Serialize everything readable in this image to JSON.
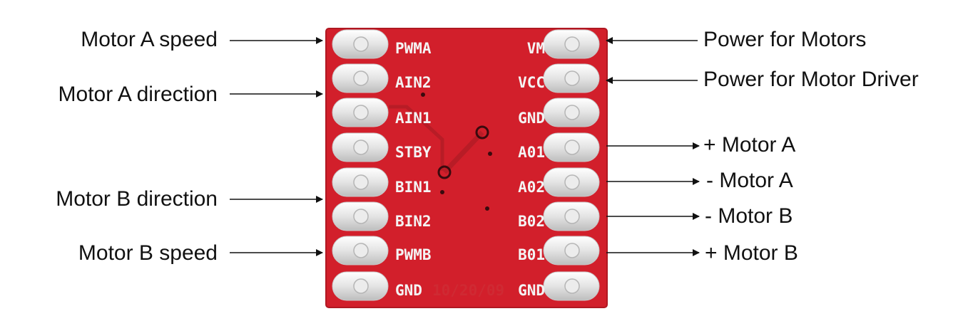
{
  "board": {
    "date_code": "10/20/09",
    "pcb_color": "#d21f2b",
    "silk_color": "#f4f4f4"
  },
  "pins": {
    "left": [
      "PWMA",
      "AIN2",
      "AIN1",
      "STBY",
      "BIN1",
      "BIN2",
      "PWMB",
      "GND"
    ],
    "right": [
      "VM",
      "VCC",
      "GND",
      "A01",
      "A02",
      "B02",
      "B01",
      "GND"
    ]
  },
  "callouts": {
    "motor_a_speed": "Motor A speed",
    "motor_a_direction": "Motor A direction",
    "motor_b_direction": "Motor B direction",
    "motor_b_speed": "Motor B speed",
    "power_motors": "Power for Motors",
    "power_driver": "Power for Motor Driver",
    "plus_motor_a": "+ Motor A",
    "minus_motor_a": "- Motor A",
    "minus_motor_b": "- Motor B",
    "plus_motor_b": "+ Motor B"
  }
}
